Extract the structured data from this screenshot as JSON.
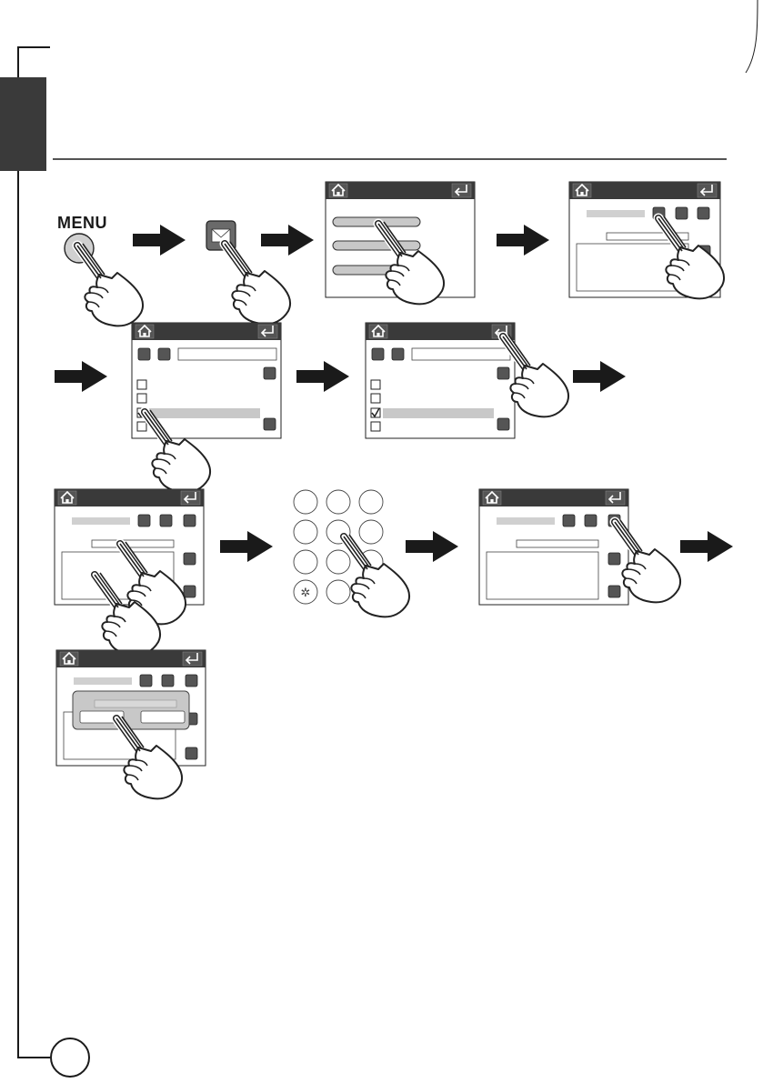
{
  "menu_label": "MENU",
  "icons": {
    "home": "home-icon",
    "back": "return-arrow-icon",
    "message": "envelope-icon",
    "plus": "plus-icon",
    "clear": "clear-icon",
    "send": "send-message-icon",
    "up": "scroll-up-icon",
    "down": "scroll-down-icon",
    "contacts": "contact-list-icon",
    "hand": "tapping-hand-icon",
    "arrow": "next-step-arrow-icon"
  },
  "keypad": {
    "star_key": "✲"
  },
  "colors": {
    "screen_title_bar": "#3a3a3a",
    "side_tab": "#3a3a3a",
    "arrow": "#1a1a1a",
    "menu_button": "#d0d0d0",
    "highlight": "#c8c8c8"
  },
  "screen3": {
    "checked_row": 3
  },
  "screen4": {
    "checked_row": 3
  }
}
